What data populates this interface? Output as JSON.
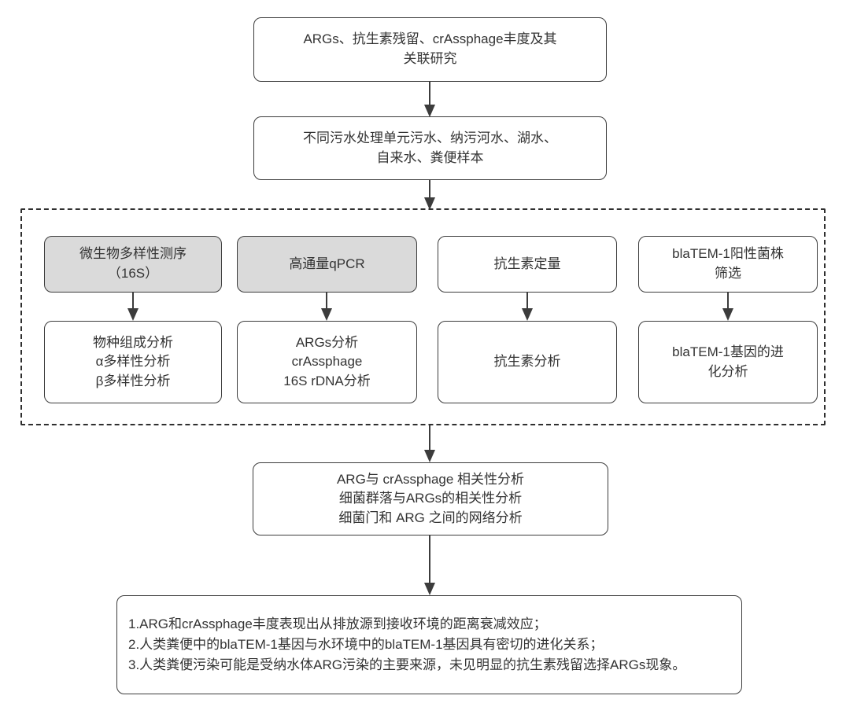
{
  "diagram": {
    "type": "flowchart",
    "title_node": {
      "id": "title",
      "text": "ARGs、抗生素残留、crAssphage丰度及其\n关联研究"
    },
    "samples_node": {
      "id": "samples",
      "text": "不同污水处理单元污水、纳污河水、湖水、\n自来水、粪便样本"
    },
    "methods": [
      {
        "id": "m1",
        "text": "微生物多样性测序\n（16S）",
        "filled": true
      },
      {
        "id": "m2",
        "text": "高通量qPCR",
        "filled": true
      },
      {
        "id": "m3",
        "text": "抗生素定量",
        "filled": false
      },
      {
        "id": "m4",
        "text": "blaTEM-1阳性菌株\n筛选",
        "filled": false
      }
    ],
    "analyses": [
      {
        "id": "a1",
        "text": "物种组成分析\nα多样性分析\nβ多样性分析"
      },
      {
        "id": "a2",
        "text": "ARGs分析\ncrAssphage\n16S rDNA分析"
      },
      {
        "id": "a3",
        "text": "抗生素分析"
      },
      {
        "id": "a4",
        "text": "blaTEM-1基因的进\n化分析"
      }
    ],
    "correlation_node": {
      "id": "correlation",
      "text": "ARG与 crAssphage 相关性分析\n细菌群落与ARGs的相关性分析\n细菌门和 ARG 之间的网络分析"
    },
    "conclusion_node": {
      "id": "conclusion",
      "text": "1.ARG和crAssphage丰度表现出从排放源到接收环境的距离衰减效应；\n2.人类粪便中的blaTEM-1基因与水环境中的blaTEM-1基因具有密切的进化关系；\n3.人类粪便污染可能是受纳水体ARG污染的主要来源，未见明显的抗生素残留选择ARGs现象。"
    },
    "colors": {
      "node_border": "#3c3c3c",
      "node_fill": "#ffffff",
      "node_fill_highlight": "#dadada",
      "connector": "#3c3c3c",
      "group_border": "#2f2f2f",
      "text": "#333333",
      "background": "#ffffff"
    }
  }
}
